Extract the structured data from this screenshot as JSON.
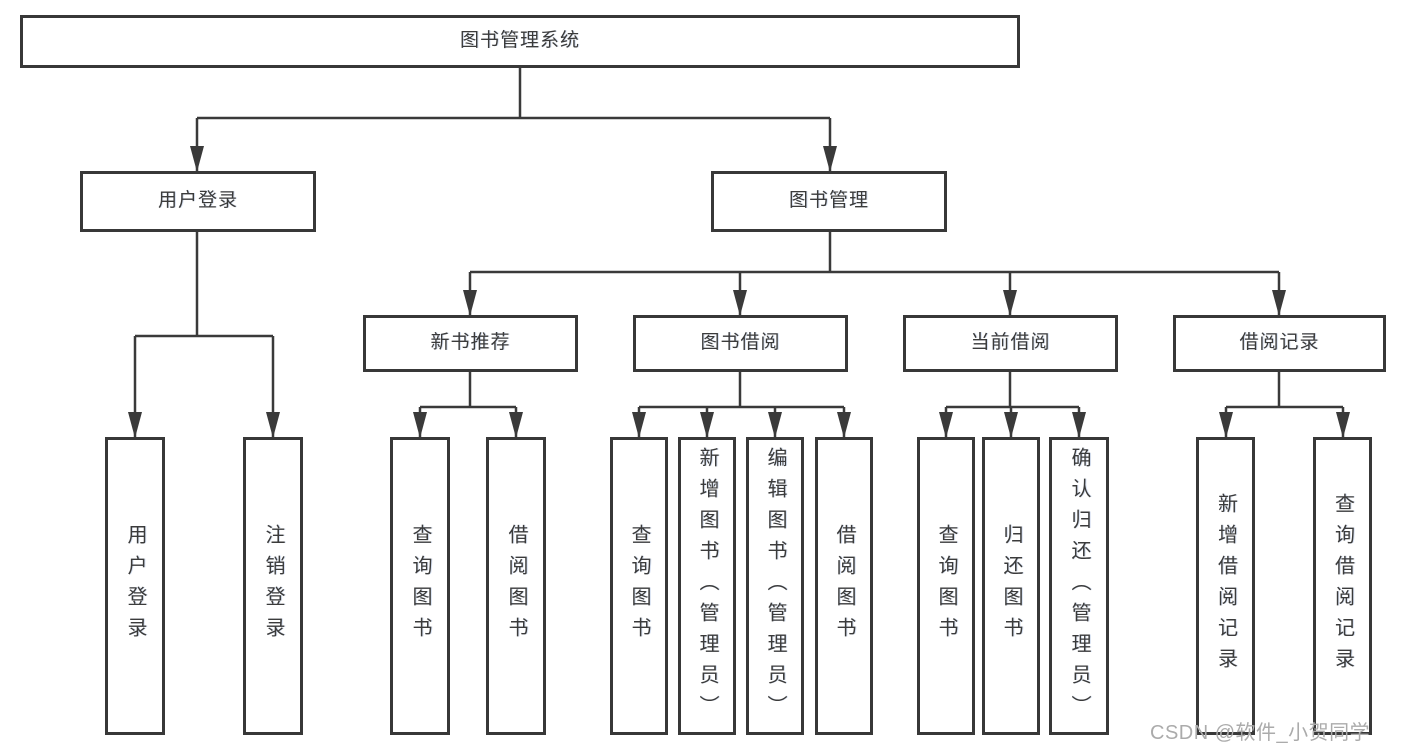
{
  "tree": {
    "label": "图书管理系统",
    "children": [
      {
        "label": "用户登录",
        "children": [
          {
            "label": "用户登录"
          },
          {
            "label": "注销登录"
          }
        ]
      },
      {
        "label": "图书管理",
        "children": [
          {
            "label": "新书推荐",
            "children": [
              {
                "label": "查询图书"
              },
              {
                "label": "借阅图书"
              }
            ]
          },
          {
            "label": "图书借阅",
            "children": [
              {
                "label": "查询图书"
              },
              {
                "label": "新增图书（管理员）"
              },
              {
                "label": "编辑图书（管理员）"
              },
              {
                "label": "借阅图书"
              }
            ]
          },
          {
            "label": "当前借阅",
            "children": [
              {
                "label": "查询图书"
              },
              {
                "label": "归还图书"
              },
              {
                "label": "确认归还（管理员）"
              }
            ]
          },
          {
            "label": "借阅记录",
            "children": [
              {
                "label": "新增借阅记录"
              },
              {
                "label": "查询借阅记录"
              }
            ]
          }
        ]
      }
    ]
  },
  "watermark": "CSDN @软件_小贺同学",
  "colors": {
    "line": "#3a3a3a",
    "box_border": "#383838",
    "text": "#3b3b3b",
    "watermark": "#ababab",
    "background": "#ffffff"
  }
}
